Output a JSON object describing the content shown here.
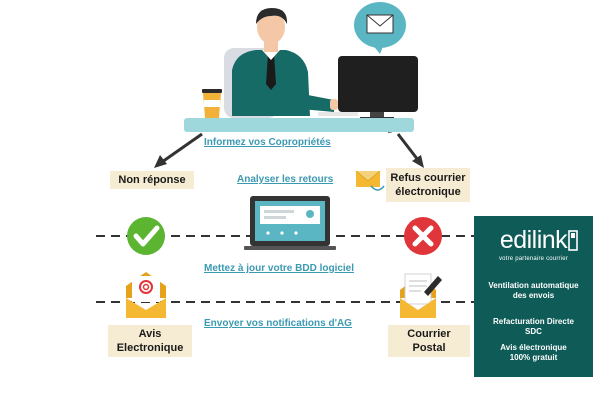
{
  "steps": {
    "inform": "Informez vos Copropriétés",
    "analyse": "Analyser les retours",
    "update": "Mettez à jour votre BDD logiciel",
    "send": "Envoyer vos notifications d'AG"
  },
  "boxes": {
    "no_response": "Non réponse",
    "refusal_line1": "Refus courrier",
    "refusal_line2": "électronique",
    "avis_line1": "Avis",
    "avis_line2": "Electronique",
    "courrier_line1": "Courrier",
    "courrier_line2": "Postal"
  },
  "panel": {
    "brand": "edilink",
    "tagline": "votre partenaire courrier",
    "feature1_line1": "Ventilation automatique",
    "feature1_line2": "des envois",
    "feature2_line1": "Refacturation Directe",
    "feature2_line2": "SDC",
    "feature3_line1": "Avis électronique",
    "feature3_line2": "100% gratuit"
  },
  "colors": {
    "teal_dark": "#0e5b57",
    "step_text": "#3b9ab2",
    "box_bg": "#f6ecd3",
    "check_green": "#5cb531",
    "cross_red": "#e0363b",
    "envelope_yellow": "#f5b833",
    "desk": "#9fd8dc"
  }
}
